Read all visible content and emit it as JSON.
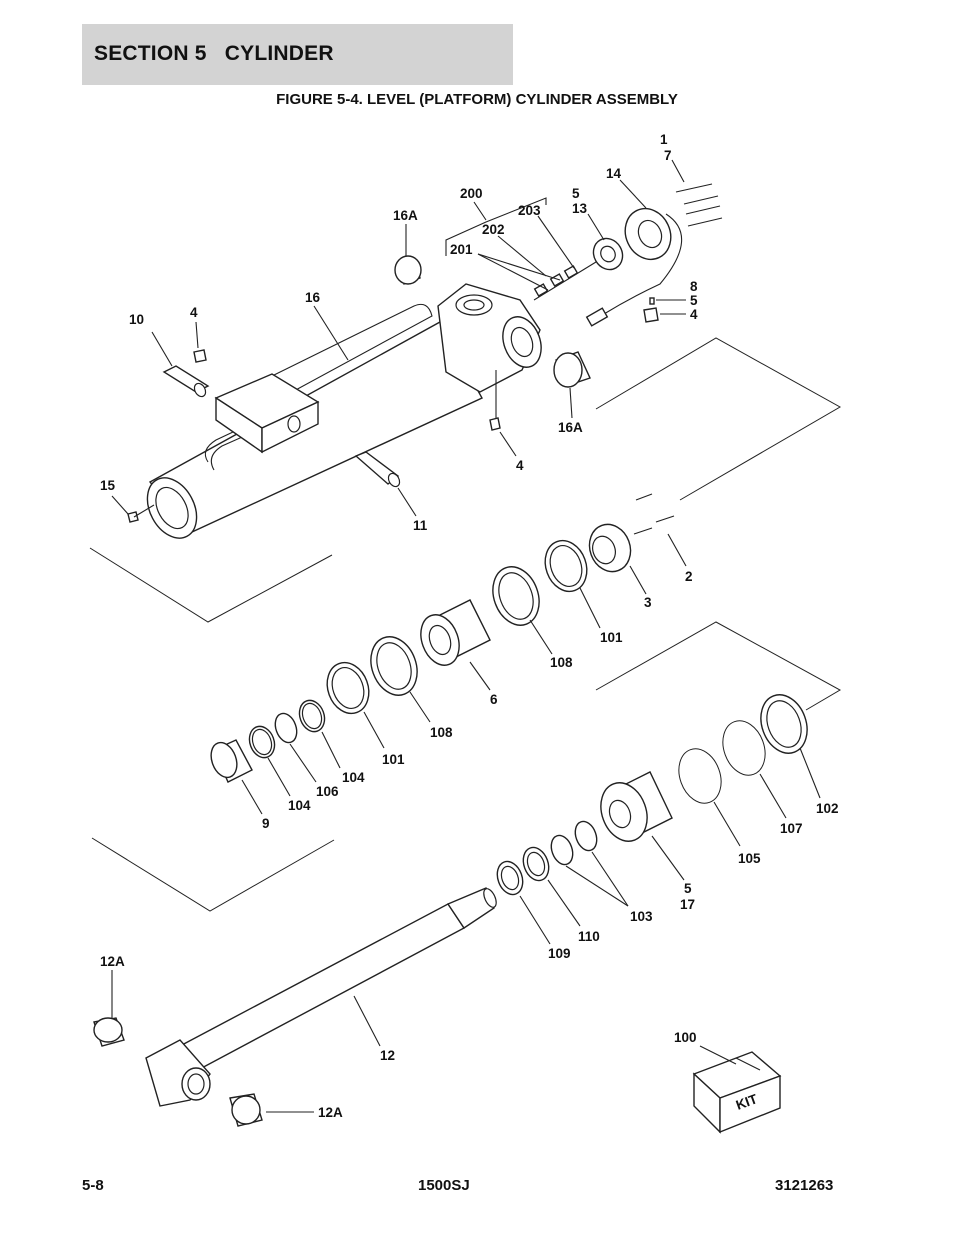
{
  "header": {
    "section": "SECTION 5   CYLINDER"
  },
  "figure": {
    "title": "FIGURE 5-4. LEVEL (PLATFORM) CYLINDER ASSEMBLY"
  },
  "kit": {
    "label": "KIT"
  },
  "callouts": {
    "c1": "1",
    "c7": "7",
    "c14": "14",
    "c200": "200",
    "c5a": "5",
    "c13": "13",
    "c203": "203",
    "c202": "202",
    "c201": "201",
    "c16a_top": "16A",
    "c8": "8",
    "c5b": "5",
    "c4a": "4",
    "c16": "16",
    "c10": "10",
    "c4b": "4",
    "c16a_mid": "16A",
    "c4c": "4",
    "c15": "15",
    "c11": "11",
    "c2": "2",
    "c3": "3",
    "c101a": "101",
    "c108a": "108",
    "c6": "6",
    "c108b": "108",
    "c101b": "101",
    "c104a": "104",
    "c106": "106",
    "c104b": "104",
    "c9": "9",
    "c102": "102",
    "c107": "107",
    "c105": "105",
    "c5c": "5",
    "c17": "17",
    "c103": "103",
    "c110": "110",
    "c109": "109",
    "c12a_top": "12A",
    "c12": "12",
    "c100": "100",
    "c12a_bot": "12A"
  },
  "footer": {
    "page": "5-8",
    "model": "1500SJ",
    "doc": "3121263"
  }
}
